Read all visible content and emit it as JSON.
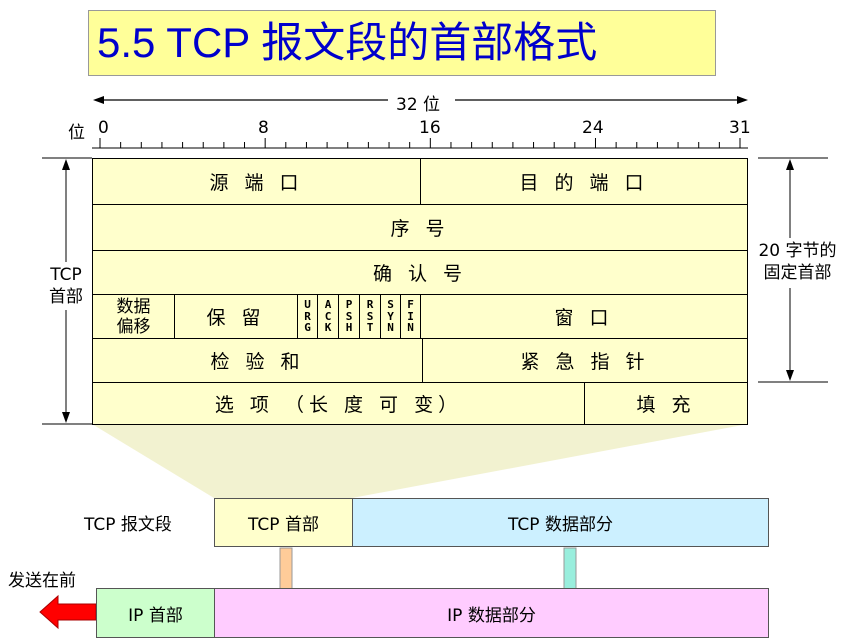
{
  "title": "5.5  TCP 报文段的首部格式",
  "ruler": {
    "width_label": "32 位",
    "unit_label": "位",
    "ticks": [
      "0",
      "8",
      "16",
      "24",
      "31"
    ]
  },
  "side_labels": {
    "left": "TCP\n首部",
    "right": "20 字节的\n固定首部"
  },
  "header_fields": {
    "source_port": "源 端 口",
    "dest_port": "目 的 端 口",
    "seq": "序 号",
    "ack_num": "确 认 号",
    "data_offset": "数据\n偏移",
    "reserved": "保 留",
    "flags": [
      "URG",
      "ACK",
      "PSH",
      "RST",
      "SYN",
      "FIN"
    ],
    "window": "窗 口",
    "checksum": "检 验 和",
    "urgent_ptr": "紧 急 指 针",
    "options": "选 项 （长 度 可 变）",
    "padding": "填 充"
  },
  "segment": {
    "label": "TCP 报文段",
    "header": "TCP 首部",
    "data": "TCP 数据部分"
  },
  "ip": {
    "send_first": "发送在前",
    "header": "IP 首部",
    "data": "IP 数据部分"
  },
  "colors": {
    "title_blue": "#0000cc",
    "field_fill": "#ffffcc",
    "tcp_data_fill": "#ccf0ff",
    "ip_data_fill": "#ffccff",
    "ip_header_fill": "#ccffcc",
    "send_arrow": "#ff0000"
  }
}
